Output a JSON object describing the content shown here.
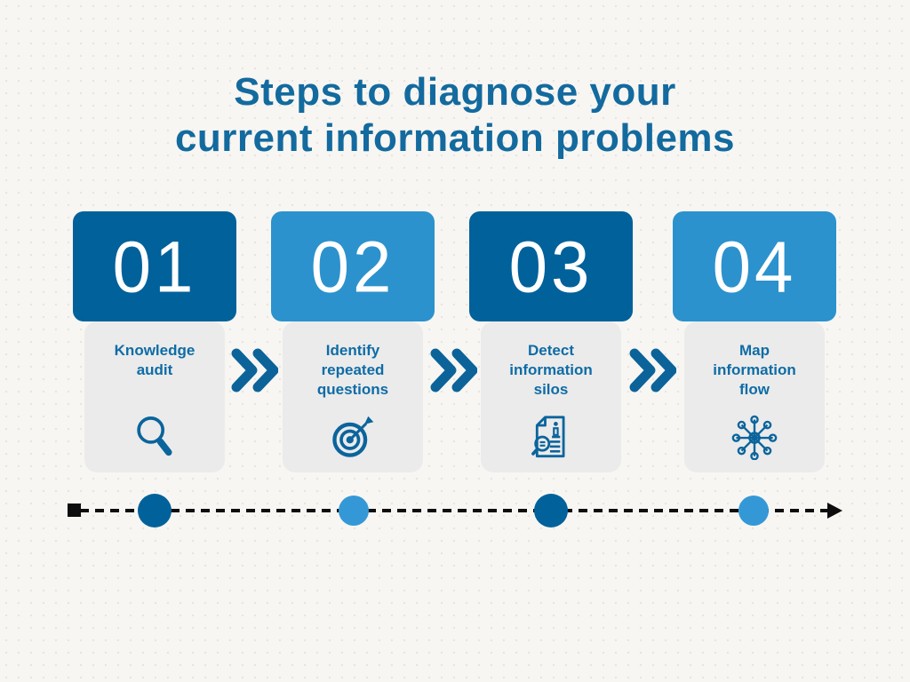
{
  "title": {
    "text": "Steps to diagnose your\ncurrent information problems",
    "color": "#136A9E"
  },
  "steps": [
    {
      "number": "01",
      "label": "Knowledge audit",
      "icon": "magnifier-icon",
      "header_color": "#00619B",
      "dot_color": "#00619B"
    },
    {
      "number": "02",
      "label": "Identify repeated questions",
      "icon": "target-icon",
      "header_color": "#2B92CD",
      "dot_color": "#3598D6"
    },
    {
      "number": "03",
      "label": "Detect information silos",
      "icon": "document-search-icon",
      "header_color": "#00619B",
      "dot_color": "#00619B"
    },
    {
      "number": "04",
      "label": "Map information flow",
      "icon": "network-hub-icon",
      "header_color": "#2B92CD",
      "dot_color": "#3598D6"
    }
  ],
  "colors": {
    "step_label_text": "#0E6CA6",
    "card_body": "#EBEBEB",
    "chevron": "#0B6399",
    "timeline": "#0D0D0D",
    "background": "#F7F6F3",
    "number_text": "#FFFFFF"
  }
}
